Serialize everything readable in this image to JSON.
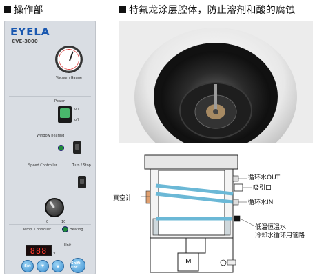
{
  "headings": {
    "control_panel": "操作部",
    "vessel": "特氟龙涂层腔体，防止溶剂和酸的腐蚀"
  },
  "panel": {
    "brand": "EYELA",
    "model": "CVE-3000",
    "gauge_label": "Vacuum Gauge",
    "power_label": "Power",
    "power_on": "on",
    "power_off": "off",
    "window_heating_label": "Window heating",
    "speed_controller_label": "Speed Controller",
    "turn_stop_label": "Turn / Stop",
    "temp_controller_label": "Temp. Controller",
    "heating_label": "Heating",
    "unit_label": "Unit",
    "display_value": "888",
    "display_unit": "℃",
    "buttons": {
      "set": "Set",
      "down": "▼",
      "up": "▲",
      "shift_ent": "Shift Ent"
    },
    "dial_min": "0",
    "dial_max": "10"
  },
  "diagram": {
    "vacuum_gauge": "真空计",
    "cooling_water_out": "循环水OUT",
    "suction_port": "吸引口",
    "cooling_water_in": "循环水IN",
    "low_temp_water": "低温恒温水",
    "cooling_pipe": "冷却水循环用管路",
    "motor": "M"
  }
}
